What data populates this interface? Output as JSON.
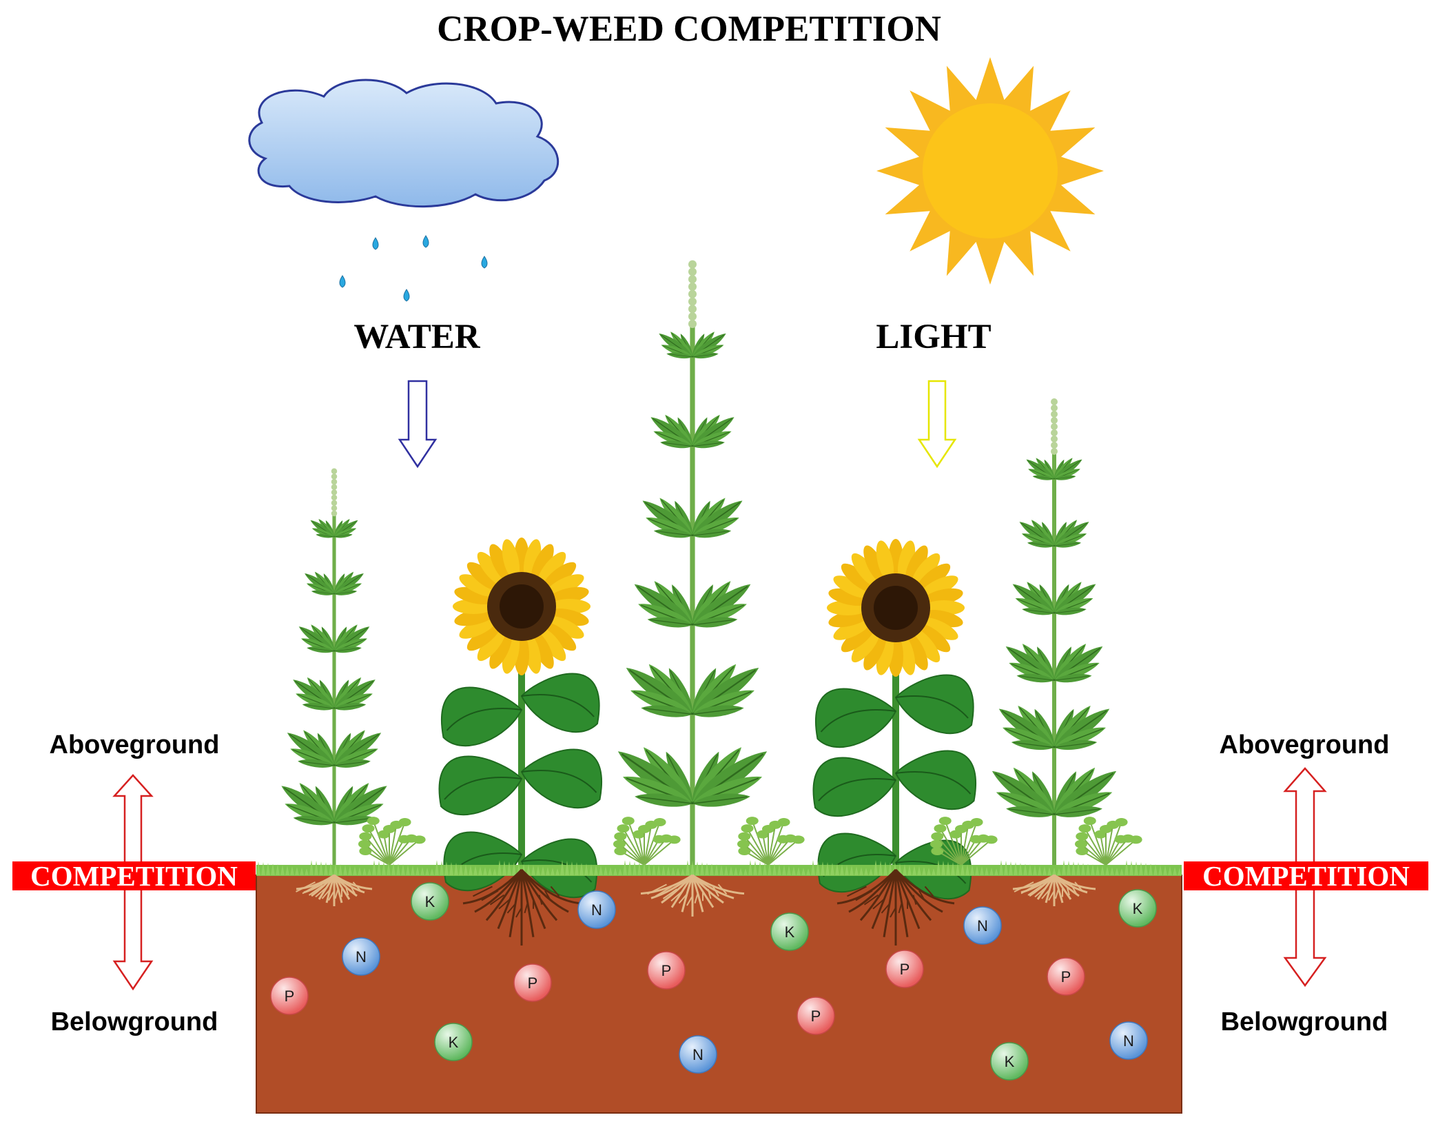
{
  "title": "CROP-WEED COMPETITION",
  "labels": {
    "water": "WATER",
    "light": "LIGHT",
    "aboveground_left": "Aboveground",
    "belowground_left": "Belowground",
    "aboveground_right": "Aboveground",
    "belowground_right": "Belowground",
    "competition_left": "COMPETITION",
    "competition_right": "COMPETITION"
  },
  "nutrients": [
    {
      "symbol": "K",
      "kind": "potassium"
    },
    {
      "symbol": "N",
      "kind": "nitrogen"
    },
    {
      "symbol": "N",
      "kind": "nitrogen"
    },
    {
      "symbol": "P",
      "kind": "phosphorus"
    },
    {
      "symbol": "P",
      "kind": "phosphorus"
    },
    {
      "symbol": "P",
      "kind": "phosphorus"
    },
    {
      "symbol": "K",
      "kind": "potassium"
    },
    {
      "symbol": "K",
      "kind": "potassium"
    },
    {
      "symbol": "N",
      "kind": "nitrogen"
    },
    {
      "symbol": "P",
      "kind": "phosphorus"
    },
    {
      "symbol": "P",
      "kind": "phosphorus"
    },
    {
      "symbol": "N",
      "kind": "nitrogen"
    },
    {
      "symbol": "K",
      "kind": "potassium"
    },
    {
      "symbol": "P",
      "kind": "phosphorus"
    },
    {
      "symbol": "N",
      "kind": "nitrogen"
    },
    {
      "symbol": "K",
      "kind": "potassium"
    }
  ],
  "colors": {
    "soil": "#b14d27",
    "competition_box": "#ff0000",
    "water_arrow": "#3030a0",
    "light_arrow": "#e6e600",
    "competition_arrow": "#d62020",
    "cloud": "#9cc3ee",
    "sun": "#fcc419",
    "potassium": "#7fcf7f",
    "nitrogen": "#7fb0ea",
    "phosphorus": "#f27f7f"
  }
}
